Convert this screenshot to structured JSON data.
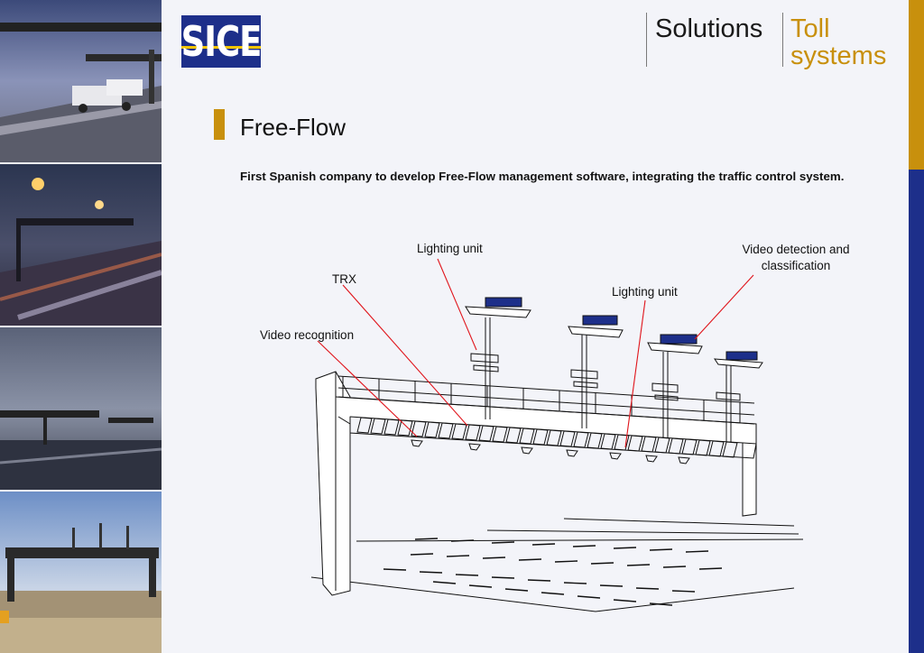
{
  "brand": {
    "logo_text": "SICE"
  },
  "header": {
    "section": "Solutions",
    "subsection": "Toll systems"
  },
  "content": {
    "title": "Free-Flow",
    "subtitle": "First Spanish company to develop Free-Flow management software, integrating the traffic control system."
  },
  "diagram": {
    "labels": {
      "lighting_left": "Lighting unit",
      "lighting_center": "Lighting unit",
      "trx": "TRX",
      "video_recognition": "Video recognition",
      "video_detection": "Video detection and classification"
    }
  },
  "colors": {
    "accent": "#c8900d",
    "navy": "#1d2f8a",
    "annotation_line": "#e0141b"
  }
}
